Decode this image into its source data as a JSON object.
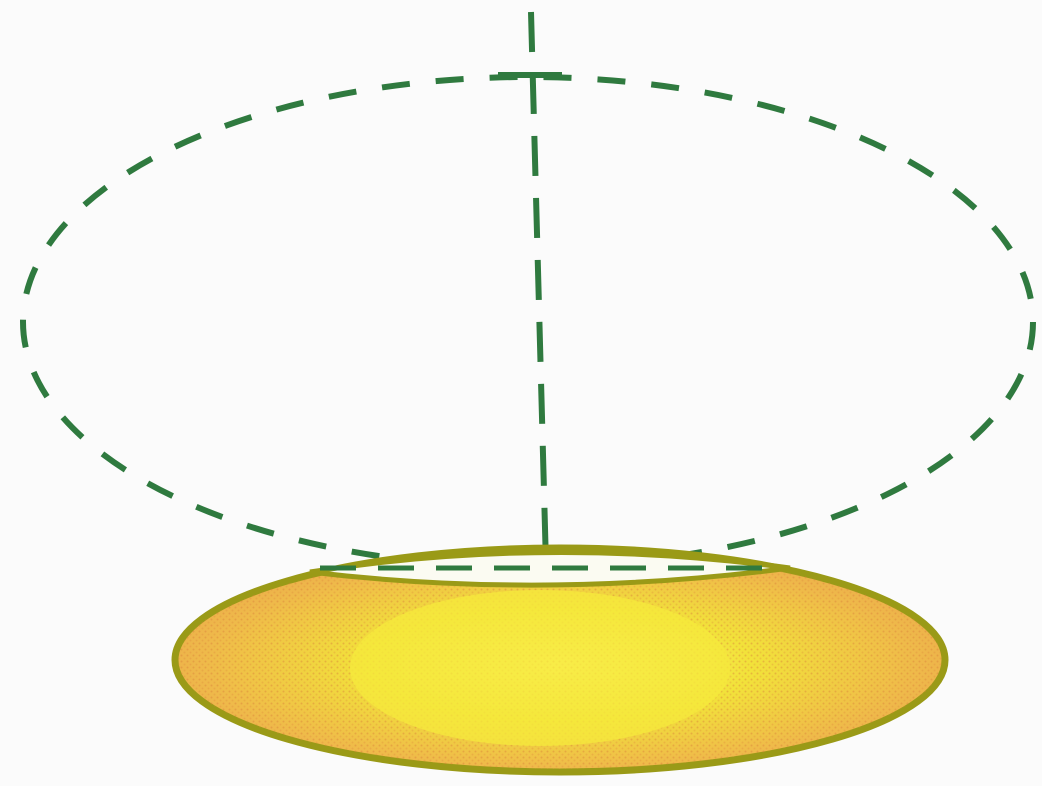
{
  "figure": {
    "kind": "solid-of-revolution-sketch",
    "shape": "sphere-outline-above-base",
    "has_text": false
  },
  "colors": {
    "background": "#fbfbfb",
    "dashed_outline": "#2f7a3f",
    "base_rim": "#9a9a17",
    "base_fill_outer": "#e7a24a",
    "base_fill_inner": "#f2e23a",
    "base_highlight": "#fff36a"
  },
  "icons": {
    "outline": "dashed-ellipse",
    "axis": "dashed-vertical-axis",
    "base": "filled-ellipse"
  }
}
